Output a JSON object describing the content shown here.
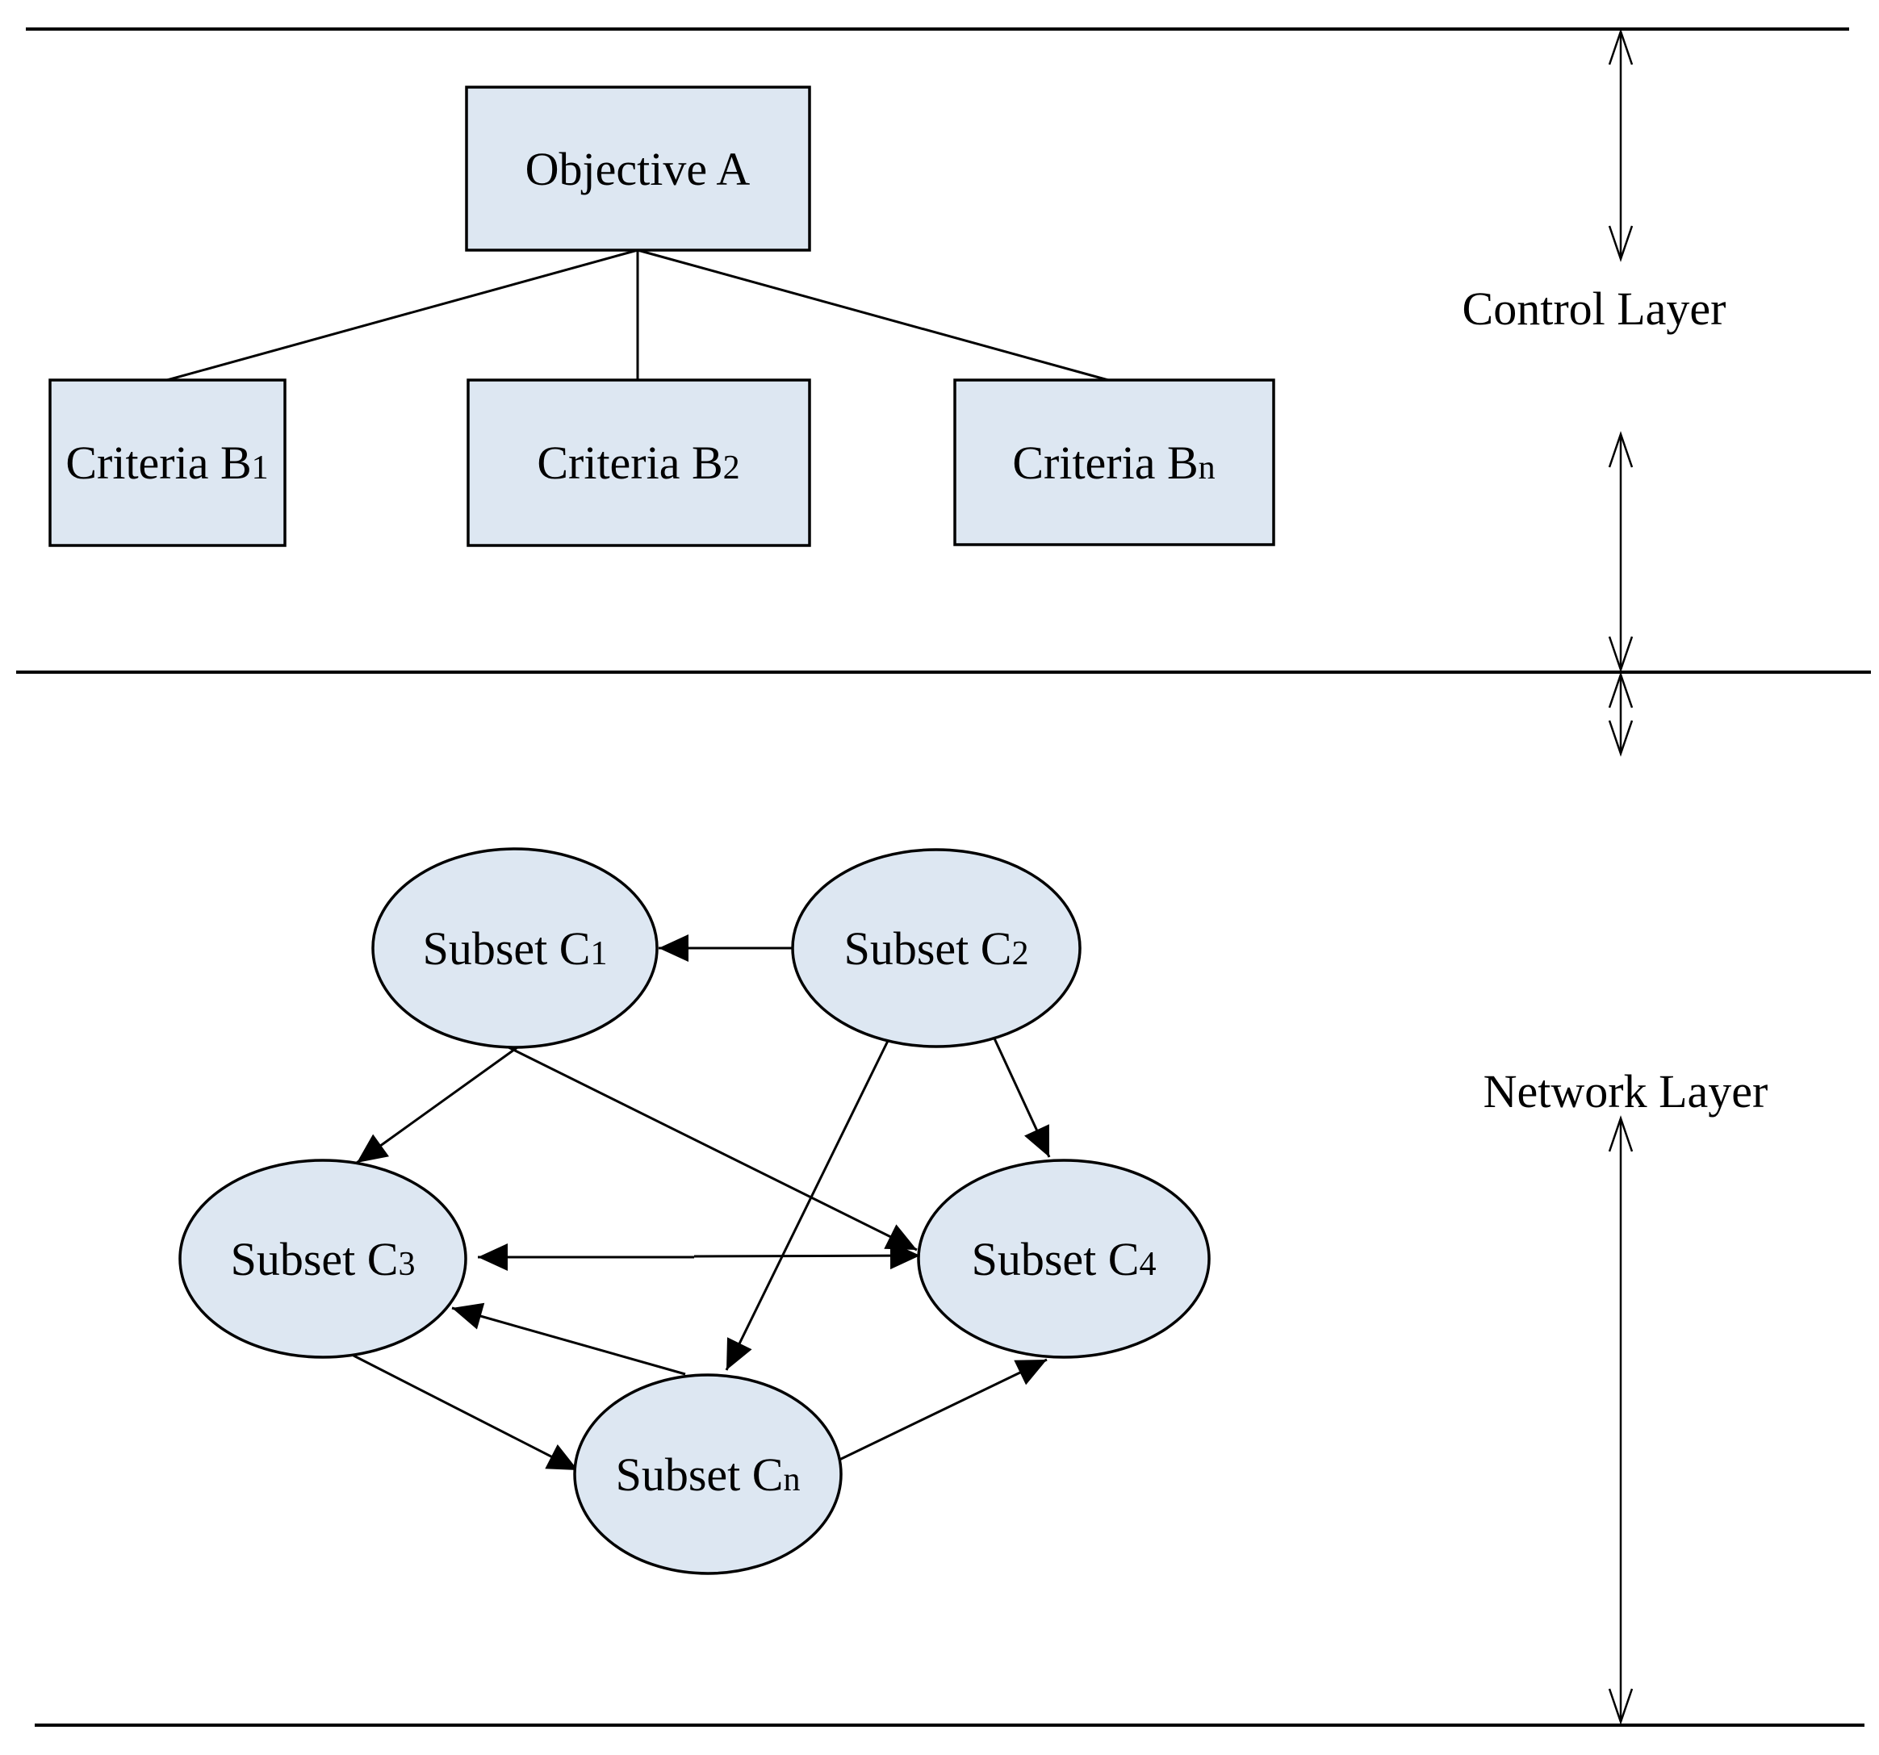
{
  "layers": {
    "control": {
      "label": "Control Layer"
    },
    "network": {
      "label": "Network Layer"
    }
  },
  "control_layer": {
    "objective": {
      "label": "Objective A"
    },
    "criteria": [
      {
        "base": "Criteria B",
        "sub": "1"
      },
      {
        "base": "Criteria B",
        "sub": "2"
      },
      {
        "base": "Criteria B",
        "sub": "n"
      }
    ]
  },
  "network_layer": {
    "subsets": [
      {
        "base": "Subset C",
        "sub": "1"
      },
      {
        "base": "Subset C",
        "sub": "2"
      },
      {
        "base": "Subset C",
        "sub": "3"
      },
      {
        "base": "Subset C",
        "sub": "4"
      },
      {
        "base": "Subset C",
        "sub": "n"
      }
    ],
    "edges": [
      {
        "from": "C2",
        "to": "C1"
      },
      {
        "from": "C1",
        "to": "C3"
      },
      {
        "from": "C1",
        "to": "C4"
      },
      {
        "from": "C2",
        "to": "C4"
      },
      {
        "from": "C2",
        "to": "Cn"
      },
      {
        "from": "C3",
        "to": "C4",
        "bidirectional": true
      },
      {
        "from": "C3",
        "to": "Cn"
      },
      {
        "from": "Cn",
        "to": "C3"
      },
      {
        "from": "Cn",
        "to": "C4"
      }
    ]
  },
  "colors": {
    "node_fill": "#dde7f2",
    "line": "#000000"
  }
}
